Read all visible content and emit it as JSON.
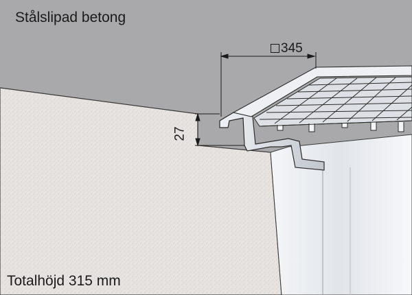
{
  "labels": {
    "surface_material": "Stålslipad betong",
    "total_height": "Totalhöjd 315 mm",
    "width_dimension": "345",
    "frame_height_dimension": "27"
  },
  "colors": {
    "background_top": "#a9a9ab",
    "concrete": "#e6e2df",
    "steel": "#c9cdd3",
    "steel_light": "#eef0f3",
    "grate": "#d6dae0",
    "line": "#2a2a2a"
  },
  "icons": {
    "square_symbol": "square-outline-icon"
  }
}
